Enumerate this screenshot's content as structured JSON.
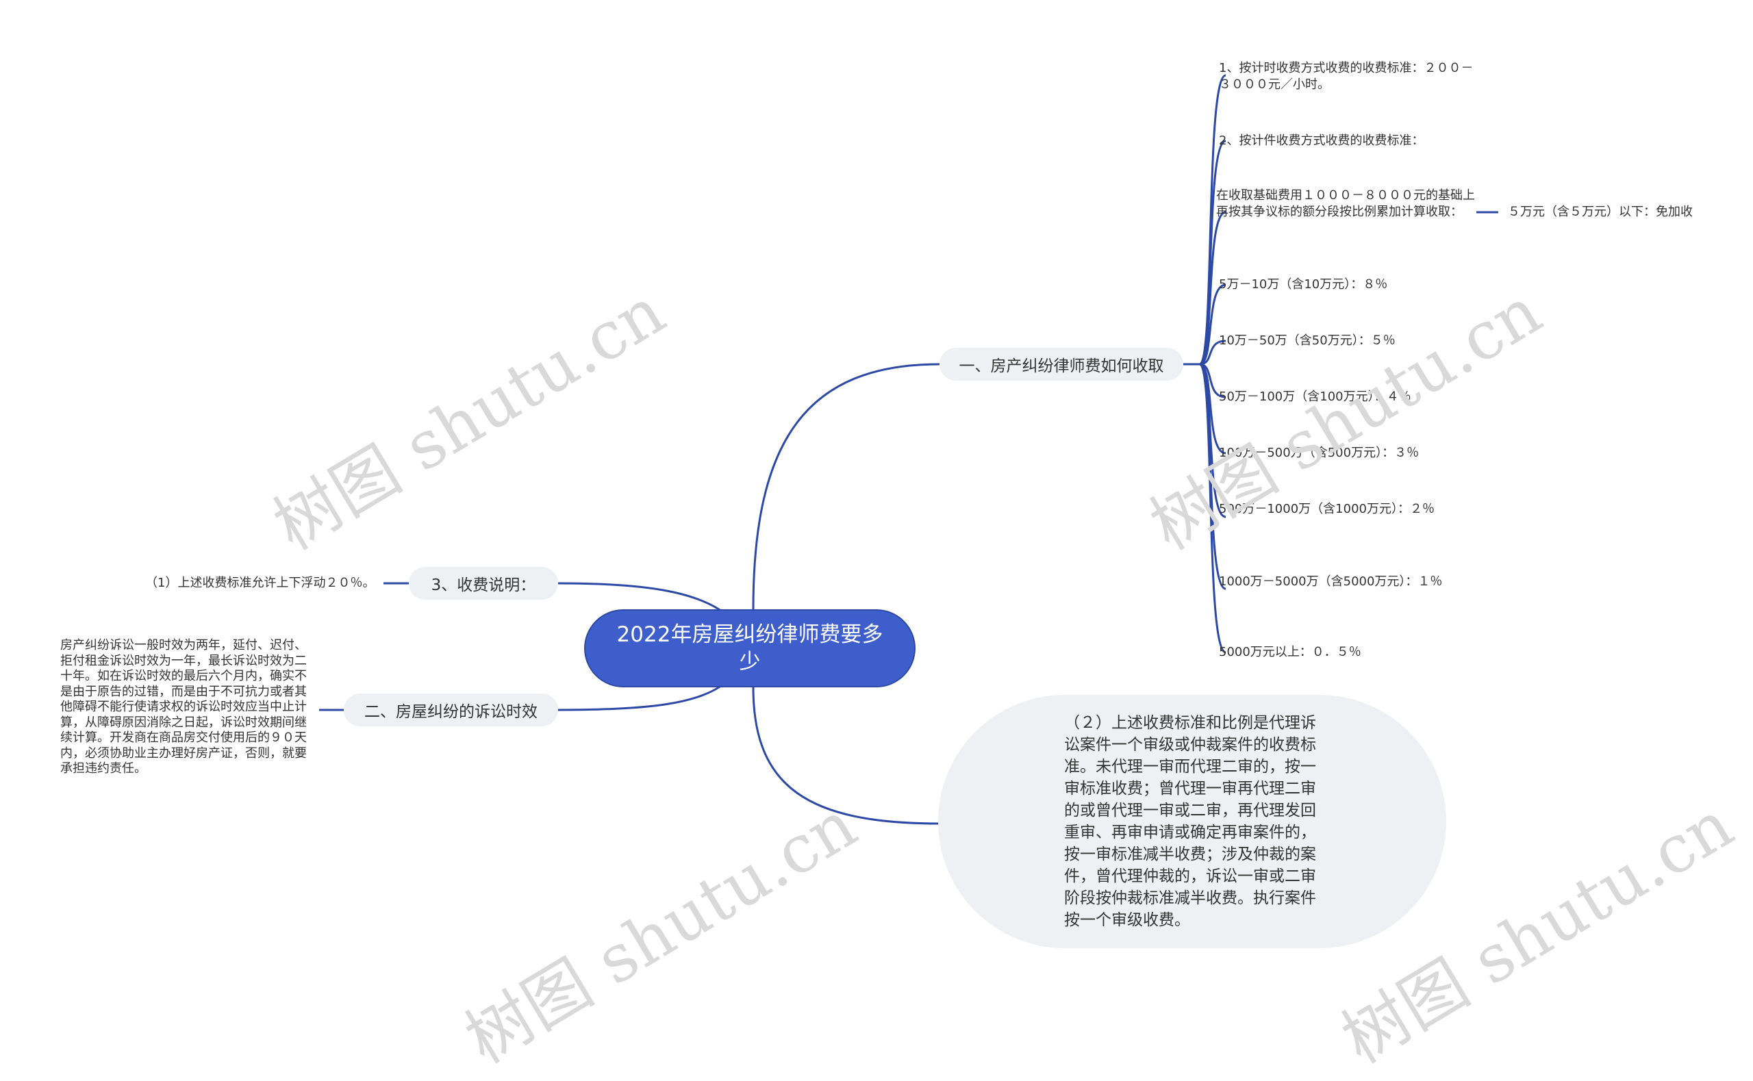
{
  "root": "2022年房屋纠纷律师费要多少",
  "branch1": {
    "label": "一、房产纠纷律师费如何收取",
    "items": [
      "1、按计时收费方式收费的收费标准：２００－３０００元／小时。",
      "2、按计件收费方式收费的收费标准：",
      "在收取基础费用１０００－８０００元的基础上再按其争议标的额分段按比例累加计算收取：",
      "5万－10万（含10万元）：８％",
      "10万－50万（含50万元）：５％",
      "50万－100万（含100万元）：４％",
      "100万－500万（含500万元）：３％",
      "500万－1000万（含1000万元）：２％",
      "1000万－5000万（含5000万元）：１％",
      "5000万元以上：０．５％"
    ],
    "sub_item": "５万元（含５万元）以下：免加收"
  },
  "branch2": {
    "label": "（２）上述收费标准和比例是代理诉讼案件一个审级或仲裁案件的收费标准。未代理一审而代理二审的，按一审标准收费；曾代理一审再代理二审的或曾代理一审或二审，再代理发回重审、再审申请或确定再审案件的，按一审标准减半收费；涉及仲裁的案件，曾代理仲裁的，诉讼一审或二审阶段按仲裁标准减半收费。执行案件按一个审级收费。"
  },
  "branch3": {
    "label": "3、收费说明：",
    "item": "（1）上述收费标准允许上下浮动２０％。"
  },
  "branch4": {
    "label": "二、房屋纠纷的诉讼时效",
    "item": "房产纠纷诉讼一般时效为两年，延付、迟付、拒付租金诉讼时效为一年，最长诉讼时效为二十年。如在诉讼时效的最后六个月内，确实不是由于原告的过错，而是由于不可抗力或者其他障碍不能行使请求权的诉讼时效应当中止计算，从障碍原因消除之日起，诉讼时效期间继续计算。开发商在商品房交付使用后的９０天内，必须协助业主办理好房产证，否则，就要承担违约责任。"
  },
  "watermark": "树图 shutu.cn",
  "colors": {
    "root": "#3d5ecb",
    "line": "#2d49a6",
    "pill": "#eef0f3",
    "watermark": "#d9d9d9"
  }
}
